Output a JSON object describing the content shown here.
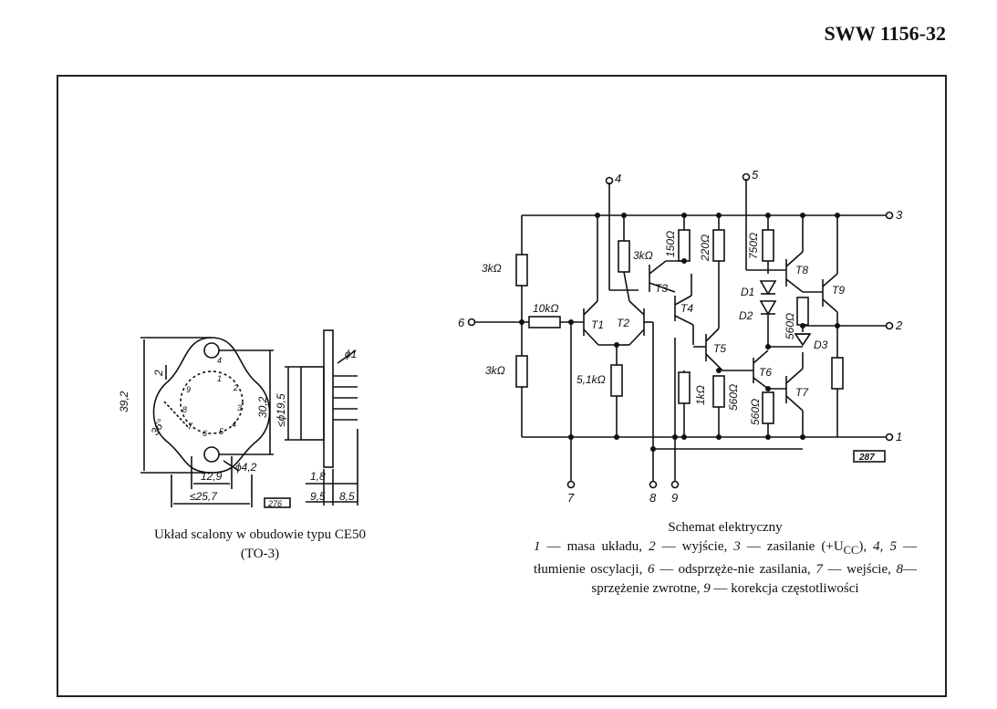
{
  "document": {
    "code": "SWW 1156-32"
  },
  "package": {
    "caption_line1": "Układ scalony w obudowie typu CE50",
    "caption_line2": "(TO-3)",
    "dims": {
      "height_total": "39,2",
      "top_margin": "2",
      "pin_circle": "30,2",
      "angle": "36°",
      "pin_spacing": "12,9",
      "width_total": "≤25,7",
      "hole": "ϕ4,2",
      "body_dia": "≤ϕ19,5",
      "pin_dia": "ϕ1",
      "flange": "1,8",
      "can_height": "9,5",
      "pin_length": "8,5",
      "figure_no": "276"
    },
    "pin_numbers": [
      "1",
      "2",
      "3",
      "4",
      "5",
      "6",
      "7",
      "8",
      "9"
    ]
  },
  "schematic": {
    "caption_title": "Schemat elektryczny",
    "legend": [
      {
        "num": "1",
        "text": " — masa układu, "
      },
      {
        "num": "2",
        "text": " — wyjście, "
      },
      {
        "num": "3",
        "text": " — zasilanie (+U"
      },
      {
        "num": "CC",
        "text": "), "
      },
      {
        "num": "4, 5",
        "text": " — tłumienie oscylacji, "
      },
      {
        "num": "6",
        "text": " — odsprzęże-nie zasilania, "
      },
      {
        "num": "7",
        "text": " — wejście, "
      },
      {
        "num": "8",
        "text": "—sprzężenie zwrotne, "
      },
      {
        "num": "9",
        "text": " — korekcja częstotliwości"
      }
    ],
    "terminals": {
      "t1": "1",
      "t2": "2",
      "t3": "3",
      "t4": "4",
      "t5": "5",
      "t6": "6",
      "t7": "7",
      "t8": "8",
      "t9": "9"
    },
    "resistors": {
      "r_top_left": "3kΩ",
      "r_bot_left": "3kΩ",
      "r_series": "10kΩ",
      "r_t2": "3kΩ",
      "r_emit": "5,1kΩ",
      "r_150": "150Ω",
      "r_220": "220Ω",
      "r_1k": "1kΩ",
      "r_560a": "560Ω",
      "r_750": "750Ω",
      "r_560b": "560Ω",
      "r_560c": "560Ω"
    },
    "transistors": [
      "T1",
      "T2",
      "T3",
      "T4",
      "T5",
      "T6",
      "T7",
      "T8",
      "T9"
    ],
    "diodes": [
      "D1",
      "D2",
      "D3"
    ],
    "figure_no": "287"
  }
}
